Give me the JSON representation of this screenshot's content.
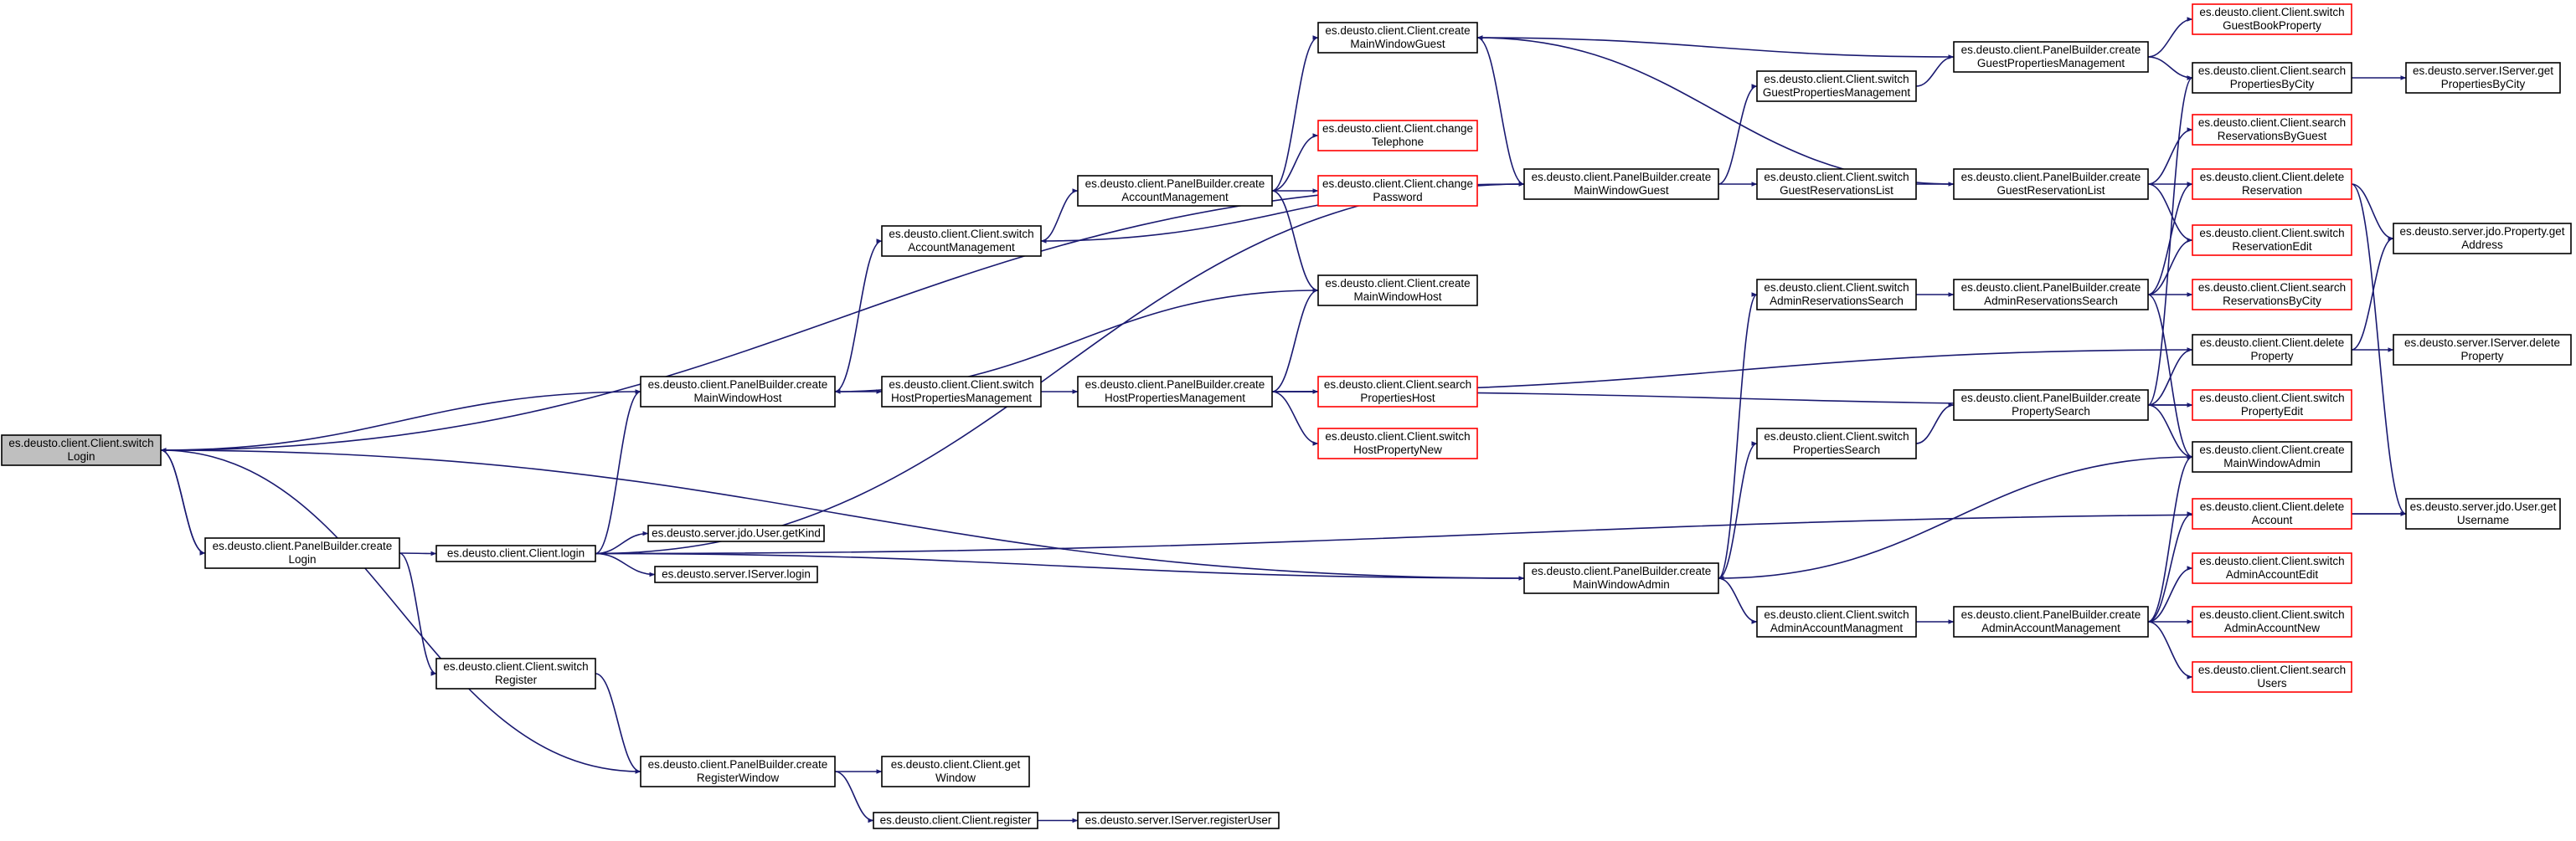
{
  "colors": {
    "edge": "#191970",
    "border_normal": "#000000",
    "border_red": "#ff0000",
    "fill_root": "#bfbfbf",
    "fill_node": "#ffffff"
  },
  "nodes": [
    {
      "id": "switchLogin",
      "lines": [
        "es.deusto.client.Client.switch",
        "Login"
      ],
      "style": "root"
    },
    {
      "id": "pbCreateLogin",
      "lines": [
        "es.deusto.client.PanelBuilder.create",
        "Login"
      ],
      "style": "normal"
    },
    {
      "id": "clientLogin",
      "lines": [
        "es.deusto.client.Client.login"
      ],
      "style": "normal"
    },
    {
      "id": "userGetKind",
      "lines": [
        "es.deusto.server.jdo.User.getKind"
      ],
      "style": "normal"
    },
    {
      "id": "iserverLogin",
      "lines": [
        "es.deusto.server.IServer.login"
      ],
      "style": "normal"
    },
    {
      "id": "switchRegister",
      "lines": [
        "es.deusto.client.Client.switch",
        "Register"
      ],
      "style": "normal"
    },
    {
      "id": "pbCreateRegisterWindow",
      "lines": [
        "es.deusto.client.PanelBuilder.create",
        "RegisterWindow"
      ],
      "style": "normal"
    },
    {
      "id": "clientGetWindow",
      "lines": [
        "es.deusto.client.Client.get",
        "Window"
      ],
      "style": "normal"
    },
    {
      "id": "clientRegister",
      "lines": [
        "es.deusto.client.Client.register"
      ],
      "style": "normal"
    },
    {
      "id": "iserverRegisterUser",
      "lines": [
        "es.deusto.server.IServer.registerUser"
      ],
      "style": "normal"
    },
    {
      "id": "pbCreateMainWindowHost",
      "lines": [
        "es.deusto.client.PanelBuilder.create",
        "MainWindowHost"
      ],
      "style": "normal"
    },
    {
      "id": "switchAccountManagement",
      "lines": [
        "es.deusto.client.Client.switch",
        "AccountManagement"
      ],
      "style": "normal"
    },
    {
      "id": "pbCreateAccountManagement",
      "lines": [
        "es.deusto.client.PanelBuilder.create",
        "AccountManagement"
      ],
      "style": "normal"
    },
    {
      "id": "clientCreateMainWindowGuest",
      "lines": [
        "es.deusto.client.Client.create",
        "MainWindowGuest"
      ],
      "style": "normal"
    },
    {
      "id": "changeTelephone",
      "lines": [
        "es.deusto.client.Client.change",
        "Telephone"
      ],
      "style": "red"
    },
    {
      "id": "changePassword",
      "lines": [
        "es.deusto.client.Client.change",
        "Password"
      ],
      "style": "red"
    },
    {
      "id": "clientCreateMainWindowHost",
      "lines": [
        "es.deusto.client.Client.create",
        "MainWindowHost"
      ],
      "style": "normal"
    },
    {
      "id": "switchHostPropertiesManagement",
      "lines": [
        "es.deusto.client.Client.switch",
        "HostPropertiesManagement"
      ],
      "style": "normal"
    },
    {
      "id": "pbCreateHostPropertiesManagement",
      "lines": [
        "es.deusto.client.PanelBuilder.create",
        "HostPropertiesManagement"
      ],
      "style": "normal"
    },
    {
      "id": "searchPropertiesHost",
      "lines": [
        "es.deusto.client.Client.search",
        "PropertiesHost"
      ],
      "style": "red"
    },
    {
      "id": "switchHostPropertyNew",
      "lines": [
        "es.deusto.client.Client.switch",
        "HostPropertyNew"
      ],
      "style": "red"
    },
    {
      "id": "pbCreateMainWindowGuest",
      "lines": [
        "es.deusto.client.PanelBuilder.create",
        "MainWindowGuest"
      ],
      "style": "normal"
    },
    {
      "id": "pbCreateMainWindowAdmin",
      "lines": [
        "es.deusto.client.PanelBuilder.create",
        "MainWindowAdmin"
      ],
      "style": "normal"
    },
    {
      "id": "switchGuestPropertiesManagement",
      "lines": [
        "es.deusto.client.Client.switch",
        "GuestPropertiesManagement"
      ],
      "style": "normal"
    },
    {
      "id": "switchGuestReservationsList",
      "lines": [
        "es.deusto.client.Client.switch",
        "GuestReservationsList"
      ],
      "style": "normal"
    },
    {
      "id": "switchAdminReservationsSearch",
      "lines": [
        "es.deusto.client.Client.switch",
        "AdminReservationsSearch"
      ],
      "style": "normal"
    },
    {
      "id": "switchPropertiesSearch",
      "lines": [
        "es.deusto.client.Client.switch",
        "PropertiesSearch"
      ],
      "style": "normal"
    },
    {
      "id": "switchAdminAccountManagment",
      "lines": [
        "es.deusto.client.Client.switch",
        "AdminAccountManagment"
      ],
      "style": "normal"
    },
    {
      "id": "pbCreateGuestPropertiesManagement",
      "lines": [
        "es.deusto.client.PanelBuilder.create",
        "GuestPropertiesManagement"
      ],
      "style": "normal"
    },
    {
      "id": "pbCreateGuestReservationList",
      "lines": [
        "es.deusto.client.PanelBuilder.create",
        "GuestReservationList"
      ],
      "style": "normal"
    },
    {
      "id": "pbCreateAdminReservationsSearch",
      "lines": [
        "es.deusto.client.PanelBuilder.create",
        "AdminReservationsSearch"
      ],
      "style": "normal"
    },
    {
      "id": "pbCreatePropertySearch",
      "lines": [
        "es.deusto.client.PanelBuilder.create",
        "PropertySearch"
      ],
      "style": "normal"
    },
    {
      "id": "pbCreateAdminAccountManagement",
      "lines": [
        "es.deusto.client.PanelBuilder.create",
        "AdminAccountManagement"
      ],
      "style": "normal"
    },
    {
      "id": "switchGuestBookProperty",
      "lines": [
        "es.deusto.client.Client.switch",
        "GuestBookProperty"
      ],
      "style": "red"
    },
    {
      "id": "searchPropertiesByCity",
      "lines": [
        "es.deusto.client.Client.search",
        "PropertiesByCity"
      ],
      "style": "normal"
    },
    {
      "id": "searchReservationsByGuest",
      "lines": [
        "es.deusto.client.Client.search",
        "ReservationsByGuest"
      ],
      "style": "red"
    },
    {
      "id": "deleteReservation",
      "lines": [
        "es.deusto.client.Client.delete",
        "Reservation"
      ],
      "style": "red"
    },
    {
      "id": "switchReservationEdit",
      "lines": [
        "es.deusto.client.Client.switch",
        "ReservationEdit"
      ],
      "style": "red"
    },
    {
      "id": "searchReservationsByCity",
      "lines": [
        "es.deusto.client.Client.search",
        "ReservationsByCity"
      ],
      "style": "red"
    },
    {
      "id": "deleteProperty",
      "lines": [
        "es.deusto.client.Client.delete",
        "Property"
      ],
      "style": "normal"
    },
    {
      "id": "switchPropertyEdit",
      "lines": [
        "es.deusto.client.Client.switch",
        "PropertyEdit"
      ],
      "style": "red"
    },
    {
      "id": "clientCreateMainWindowAdmin",
      "lines": [
        "es.deusto.client.Client.create",
        "MainWindowAdmin"
      ],
      "style": "normal"
    },
    {
      "id": "deleteAccount",
      "lines": [
        "es.deusto.client.Client.delete",
        "Account"
      ],
      "style": "red"
    },
    {
      "id": "switchAdminAccountEdit",
      "lines": [
        "es.deusto.client.Client.switch",
        "AdminAccountEdit"
      ],
      "style": "red"
    },
    {
      "id": "switchAdminAccountNew",
      "lines": [
        "es.deusto.client.Client.switch",
        "AdminAccountNew"
      ],
      "style": "red"
    },
    {
      "id": "searchUsers",
      "lines": [
        "es.deusto.client.Client.search",
        "Users"
      ],
      "style": "red"
    },
    {
      "id": "iserverGetPropertiesByCity",
      "lines": [
        "es.deusto.server.IServer.get",
        "PropertiesByCity"
      ],
      "style": "normal"
    },
    {
      "id": "propertyGetAddress",
      "lines": [
        "es.deusto.server.jdo.Property.get",
        "Address"
      ],
      "style": "normal"
    },
    {
      "id": "iserverDeleteProperty",
      "lines": [
        "es.deusto.server.IServer.delete",
        "Property"
      ],
      "style": "normal"
    },
    {
      "id": "userGetUsername",
      "lines": [
        "es.deusto.server.jdo.User.get",
        "Username"
      ],
      "style": "normal"
    }
  ],
  "edges": [
    [
      "switchLogin",
      "pbCreateLogin"
    ],
    [
      "pbCreateLogin",
      "switchLogin"
    ],
    [
      "pbCreateLogin",
      "clientLogin"
    ],
    [
      "pbCreateLogin",
      "switchRegister"
    ],
    [
      "clientLogin",
      "userGetKind"
    ],
    [
      "clientLogin",
      "iserverLogin"
    ],
    [
      "clientLogin",
      "pbCreateMainWindowHost"
    ],
    [
      "clientLogin",
      "pbCreateMainWindowGuest"
    ],
    [
      "clientLogin",
      "pbCreateMainWindowAdmin"
    ],
    [
      "clientLogin",
      "userGetUsername"
    ],
    [
      "switchRegister",
      "pbCreateRegisterWindow"
    ],
    [
      "pbCreateRegisterWindow",
      "switchLogin"
    ],
    [
      "pbCreateRegisterWindow",
      "clientGetWindow"
    ],
    [
      "pbCreateRegisterWindow",
      "clientRegister"
    ],
    [
      "clientRegister",
      "iserverRegisterUser"
    ],
    [
      "pbCreateMainWindowHost",
      "switchLogin"
    ],
    [
      "pbCreateMainWindowHost",
      "switchAccountManagement"
    ],
    [
      "pbCreateMainWindowHost",
      "switchHostPropertiesManagement"
    ],
    [
      "switchAccountManagement",
      "pbCreateAccountManagement"
    ],
    [
      "pbCreateAccountManagement",
      "clientCreateMainWindowGuest"
    ],
    [
      "pbCreateAccountManagement",
      "changeTelephone"
    ],
    [
      "pbCreateAccountManagement",
      "changePassword"
    ],
    [
      "pbCreateAccountManagement",
      "clientCreateMainWindowHost"
    ],
    [
      "clientCreateMainWindowHost",
      "pbCreateMainWindowHost"
    ],
    [
      "clientCreateMainWindowGuest",
      "pbCreateMainWindowGuest"
    ],
    [
      "switchHostPropertiesManagement",
      "pbCreateHostPropertiesManagement"
    ],
    [
      "pbCreateHostPropertiesManagement",
      "clientCreateMainWindowHost"
    ],
    [
      "pbCreateHostPropertiesManagement",
      "searchPropertiesHost"
    ],
    [
      "pbCreateHostPropertiesManagement",
      "switchHostPropertyNew"
    ],
    [
      "pbCreateHostPropertiesManagement",
      "deleteProperty"
    ],
    [
      "pbCreateHostPropertiesManagement",
      "switchPropertyEdit"
    ],
    [
      "pbCreateMainWindowGuest",
      "switchLogin"
    ],
    [
      "pbCreateMainWindowGuest",
      "switchAccountManagement"
    ],
    [
      "pbCreateMainWindowGuest",
      "switchGuestPropertiesManagement"
    ],
    [
      "pbCreateMainWindowGuest",
      "switchGuestReservationsList"
    ],
    [
      "pbCreateMainWindowAdmin",
      "switchLogin"
    ],
    [
      "pbCreateMainWindowAdmin",
      "switchAdminReservationsSearch"
    ],
    [
      "pbCreateMainWindowAdmin",
      "switchPropertiesSearch"
    ],
    [
      "pbCreateMainWindowAdmin",
      "switchAdminAccountManagment"
    ],
    [
      "switchGuestPropertiesManagement",
      "pbCreateGuestPropertiesManagement"
    ],
    [
      "switchGuestReservationsList",
      "pbCreateGuestReservationList"
    ],
    [
      "switchAdminReservationsSearch",
      "pbCreateAdminReservationsSearch"
    ],
    [
      "switchPropertiesSearch",
      "pbCreatePropertySearch"
    ],
    [
      "switchAdminAccountManagment",
      "pbCreateAdminAccountManagement"
    ],
    [
      "pbCreateGuestPropertiesManagement",
      "clientCreateMainWindowGuest"
    ],
    [
      "pbCreateGuestPropertiesManagement",
      "switchGuestBookProperty"
    ],
    [
      "pbCreateGuestPropertiesManagement",
      "searchPropertiesByCity"
    ],
    [
      "pbCreateGuestReservationList",
      "clientCreateMainWindowGuest"
    ],
    [
      "pbCreateGuestReservationList",
      "searchReservationsByGuest"
    ],
    [
      "pbCreateGuestReservationList",
      "deleteReservation"
    ],
    [
      "pbCreateGuestReservationList",
      "switchReservationEdit"
    ],
    [
      "pbCreateAdminReservationsSearch",
      "deleteReservation"
    ],
    [
      "pbCreateAdminReservationsSearch",
      "switchReservationEdit"
    ],
    [
      "pbCreateAdminReservationsSearch",
      "searchReservationsByCity"
    ],
    [
      "pbCreateAdminReservationsSearch",
      "clientCreateMainWindowAdmin"
    ],
    [
      "pbCreatePropertySearch",
      "searchPropertiesByCity"
    ],
    [
      "pbCreatePropertySearch",
      "deleteProperty"
    ],
    [
      "pbCreatePropertySearch",
      "switchPropertyEdit"
    ],
    [
      "pbCreatePropertySearch",
      "clientCreateMainWindowAdmin"
    ],
    [
      "pbCreateAdminAccountManagement",
      "clientCreateMainWindowAdmin"
    ],
    [
      "pbCreateAdminAccountManagement",
      "deleteAccount"
    ],
    [
      "pbCreateAdminAccountManagement",
      "switchAdminAccountEdit"
    ],
    [
      "pbCreateAdminAccountManagement",
      "switchAdminAccountNew"
    ],
    [
      "pbCreateAdminAccountManagement",
      "searchUsers"
    ],
    [
      "searchPropertiesByCity",
      "iserverGetPropertiesByCity"
    ],
    [
      "deleteReservation",
      "propertyGetAddress"
    ],
    [
      "deleteReservation",
      "userGetUsername"
    ],
    [
      "deleteProperty",
      "propertyGetAddress"
    ],
    [
      "deleteProperty",
      "iserverDeleteProperty"
    ],
    [
      "deleteAccount",
      "userGetUsername"
    ],
    [
      "clientCreateMainWindowAdmin",
      "pbCreateMainWindowAdmin"
    ]
  ]
}
